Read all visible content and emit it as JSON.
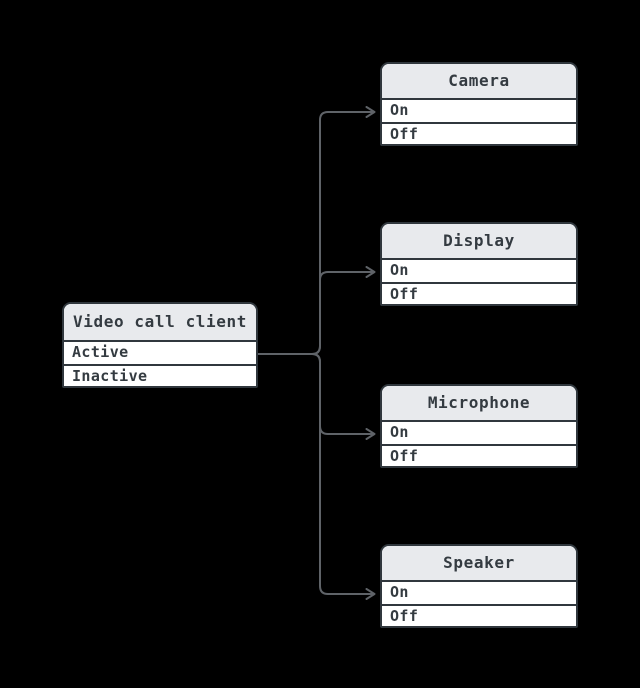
{
  "colors": {
    "background": "#000000",
    "node_border": "#30373d",
    "node_header_fill": "#e8eaed",
    "node_row_fill": "#ffffff",
    "text": "#343b41",
    "connector_line": "#5f6368"
  },
  "client_node": {
    "title": "Video call client",
    "rows": [
      "Active",
      "Inactive"
    ]
  },
  "device_nodes": [
    {
      "title": "Camera",
      "rows": [
        "On",
        "Off"
      ]
    },
    {
      "title": "Display",
      "rows": [
        "On",
        "Off"
      ]
    },
    {
      "title": "Microphone",
      "rows": [
        "On",
        "Off"
      ]
    },
    {
      "title": "Speaker",
      "rows": [
        "On",
        "Off"
      ]
    }
  ]
}
